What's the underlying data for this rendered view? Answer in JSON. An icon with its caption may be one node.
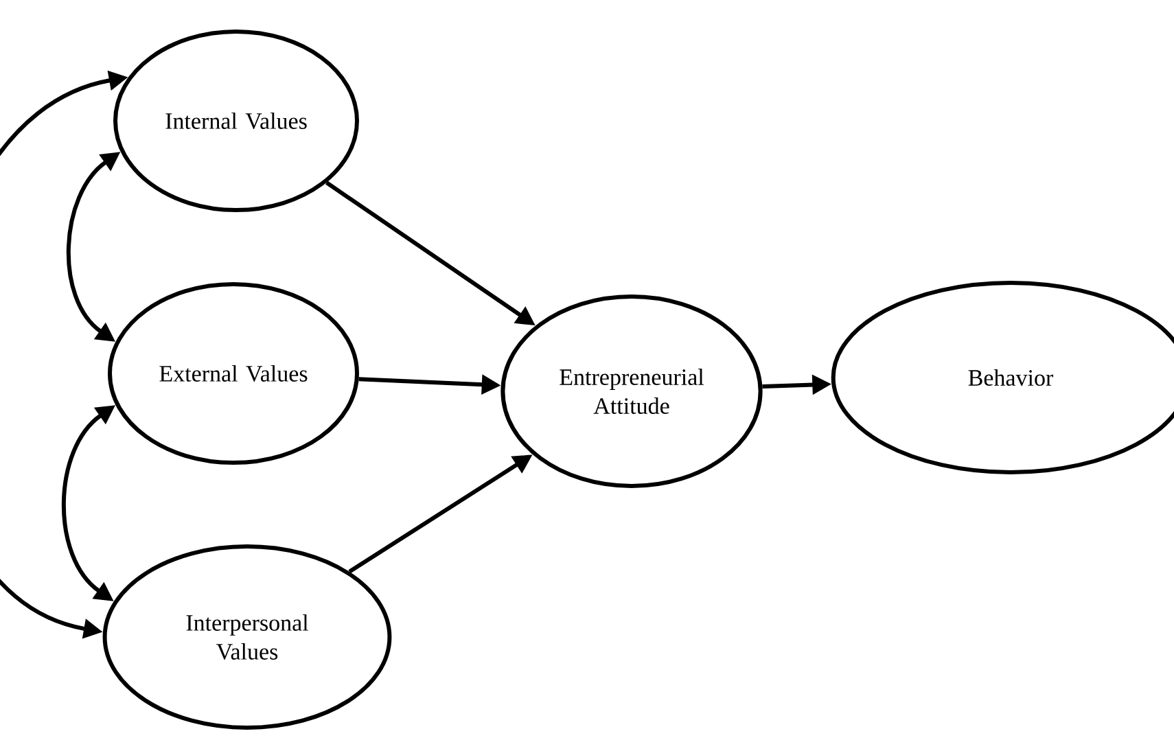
{
  "diagram": {
    "nodes": [
      {
        "text": [
          "Internal Values"
        ]
      },
      {
        "text": [
          "External Values"
        ]
      },
      {
        "text": [
          "Interpersonal Values"
        ]
      },
      {
        "text": [
          "Entrepreneurial Attitude"
        ]
      },
      {
        "text": [
          "Behavior"
        ]
      }
    ],
    "edges": [
      {
        "from": 0,
        "to": 3,
        "arrow": "to"
      },
      {
        "from": 1,
        "to": 3,
        "arrow": "to"
      },
      {
        "from": 2,
        "to": 3,
        "arrow": "to"
      },
      {
        "from": 3,
        "to": 4,
        "arrow": "to"
      },
      {
        "from": 0,
        "to": 1,
        "arrow": "both"
      },
      {
        "from": 1,
        "to": 2,
        "arrow": "both"
      },
      {
        "from": 0,
        "to": 2,
        "arrow": "both"
      }
    ]
  }
}
